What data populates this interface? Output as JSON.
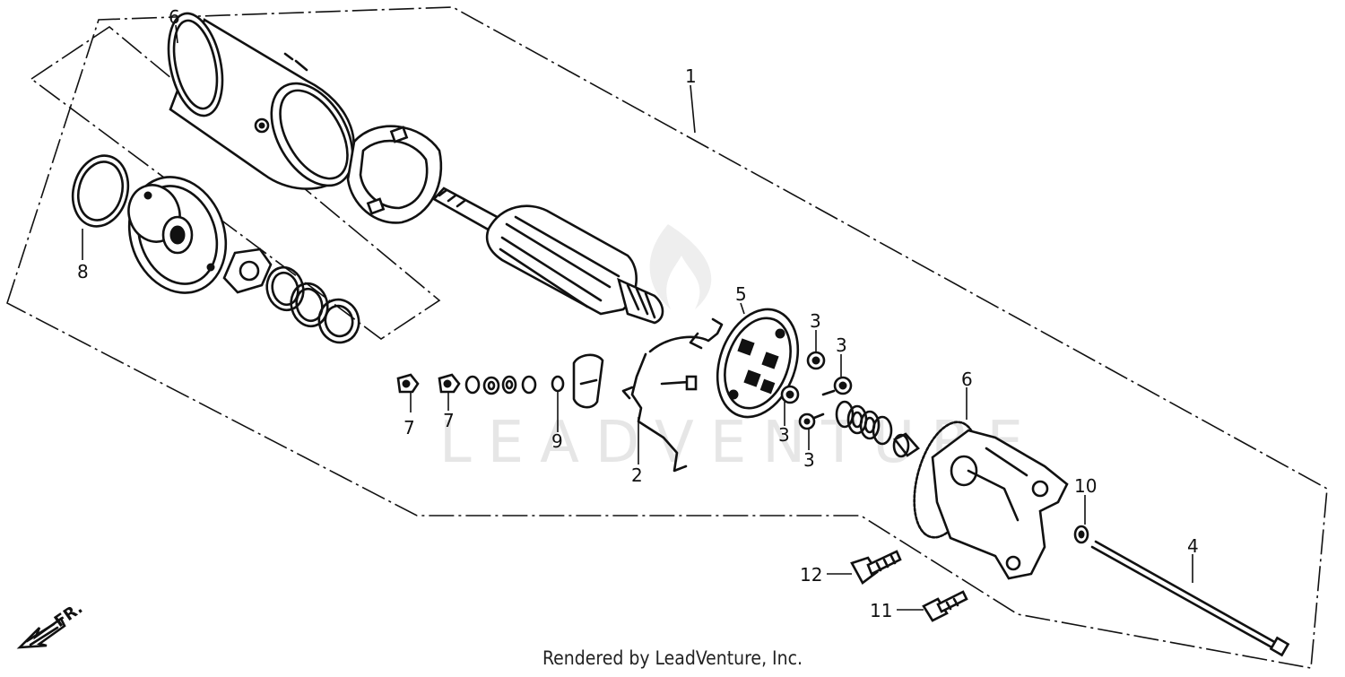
{
  "diagram": {
    "watermark": "LEADVENTURE",
    "direction_label": "FR.",
    "credit": "Rendered by LeadVenture, Inc.",
    "callouts": {
      "c1": "1",
      "c2": "2",
      "c3a": "3",
      "c3b": "3",
      "c3c": "3",
      "c3d": "3",
      "c4": "4",
      "c5": "5",
      "c6a": "6",
      "c6b": "6",
      "c7a": "7",
      "c7b": "7",
      "c8": "8",
      "c9": "9",
      "c10": "10",
      "c11": "11",
      "c12": "12"
    }
  }
}
